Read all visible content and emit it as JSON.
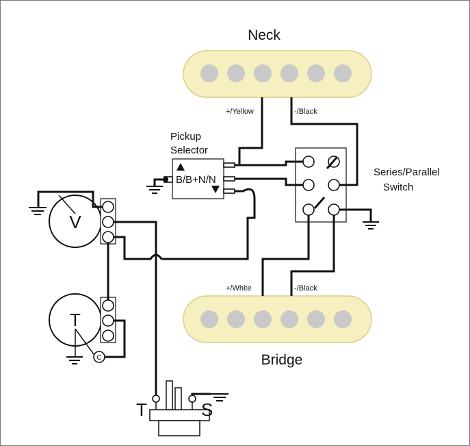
{
  "diagram": {
    "pickups": {
      "neck": {
        "label": "Neck",
        "pos_wire_label": "+/Yellow",
        "neg_wire_label": "-/Black",
        "pole_count": 6
      },
      "bridge": {
        "label": "Bridge",
        "pos_wire_label": "+/White",
        "neg_wire_label": "-/Black",
        "pole_count": 6
      }
    },
    "selector": {
      "title_line1": "Pickup",
      "title_line2": "Selector",
      "position_text": "B/B+N/N"
    },
    "series_parallel": {
      "title_line1": "Series/Parallel",
      "title_line2": "Switch"
    },
    "volume_pot": {
      "label": "V"
    },
    "tone_pot": {
      "label": "T",
      "capacitor_label": "C"
    },
    "jack": {
      "tip_label": "T",
      "sleeve_label": "S"
    },
    "colors": {
      "pickup_fill": "#f6efbf",
      "pickup_outline": "#d9cf8c",
      "pole_fill": "#c9c9c9",
      "wire": "#111111",
      "frame": "#7a7a7a"
    }
  }
}
